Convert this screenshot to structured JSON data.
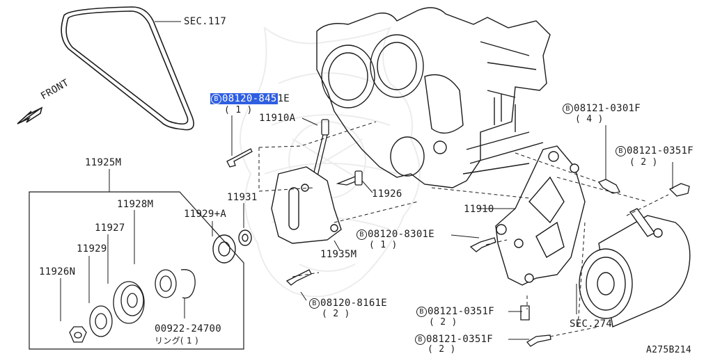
{
  "highlight_color": "#2f5fe0",
  "watermark": "samurai-helmet-watermark",
  "bolt_symbol": "B",
  "labels": {
    "sec117": "SEC.117",
    "front": "FRONT",
    "bolt_top": {
      "part_hl": "08120-845",
      "part_rest": "1E",
      "qty": "( 1 )"
    },
    "p11910a": "11910A",
    "p11925m": "11925M",
    "p11928m": "11928M",
    "p11927": "11927",
    "p11929": "11929",
    "p11926n": "11926N",
    "p11931": "11931",
    "p11929a": "11929+A",
    "p11926": "11926",
    "p11935m": "11935M",
    "p11910": "11910",
    "bolt_0301f": {
      "part": "08121-0301F",
      "qty": "( 4 )"
    },
    "bolt_0351f_top": {
      "part": "08121-0351F",
      "qty": "( 2 )"
    },
    "bolt_8301e": {
      "part": "08120-8301E",
      "qty": "( 1 )"
    },
    "bolt_8161e": {
      "part": "08120-8161E",
      "qty": "( 2 )"
    },
    "bolt_0351f_mid": {
      "part": "08121-0351F",
      "qty": "( 2 )"
    },
    "bolt_0351f_bot": {
      "part": "08121-0351F",
      "qty": "( 2 )"
    },
    "ring_part": "00922-24700",
    "ring_text": "リング( 1 )",
    "sec274": "SEC.274",
    "fig_code": "A275B214"
  }
}
